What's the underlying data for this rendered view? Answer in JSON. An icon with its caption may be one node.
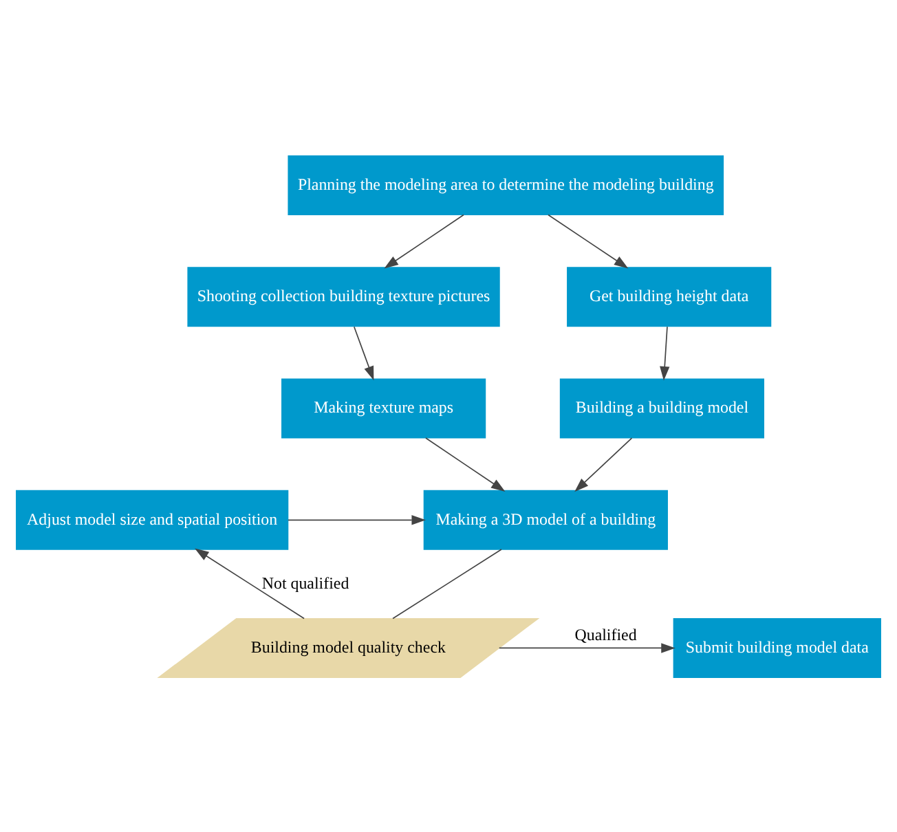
{
  "diagram": {
    "nodes": [
      {
        "text": [
          "Planning the modeling area to determine the modeling building"
        ]
      },
      {
        "text": [
          "Shooting collection building texture pictures"
        ]
      },
      {
        "text": [
          "Get building height data"
        ]
      },
      {
        "text": [
          "Making texture maps"
        ]
      },
      {
        "text": [
          "Building a building model"
        ]
      },
      {
        "text": [
          "Making a 3D model of a building"
        ]
      },
      {
        "text": [
          "Adjust model size and spatial position"
        ]
      },
      {
        "text": [
          "Submit building model data"
        ]
      },
      {
        "text": [
          "Building model quality check"
        ]
      }
    ],
    "edges": [
      {
        "from": 0,
        "to": 1,
        "arrow": "to"
      },
      {
        "from": 0,
        "to": 2,
        "arrow": "to"
      },
      {
        "from": 1,
        "to": 3,
        "arrow": "to"
      },
      {
        "from": 2,
        "to": 4,
        "arrow": "to"
      },
      {
        "from": 3,
        "to": 5,
        "arrow": "to"
      },
      {
        "from": 4,
        "to": 5,
        "arrow": "to"
      },
      {
        "from": 6,
        "to": 5,
        "arrow": "to"
      },
      {
        "from": 5,
        "to": 8,
        "arrow": "none"
      },
      {
        "from": 8,
        "to": 7,
        "arrow": "to",
        "label": "Qualified"
      },
      {
        "from": 8,
        "to": 6,
        "arrow": "to",
        "label": "Not qualified"
      }
    ]
  }
}
